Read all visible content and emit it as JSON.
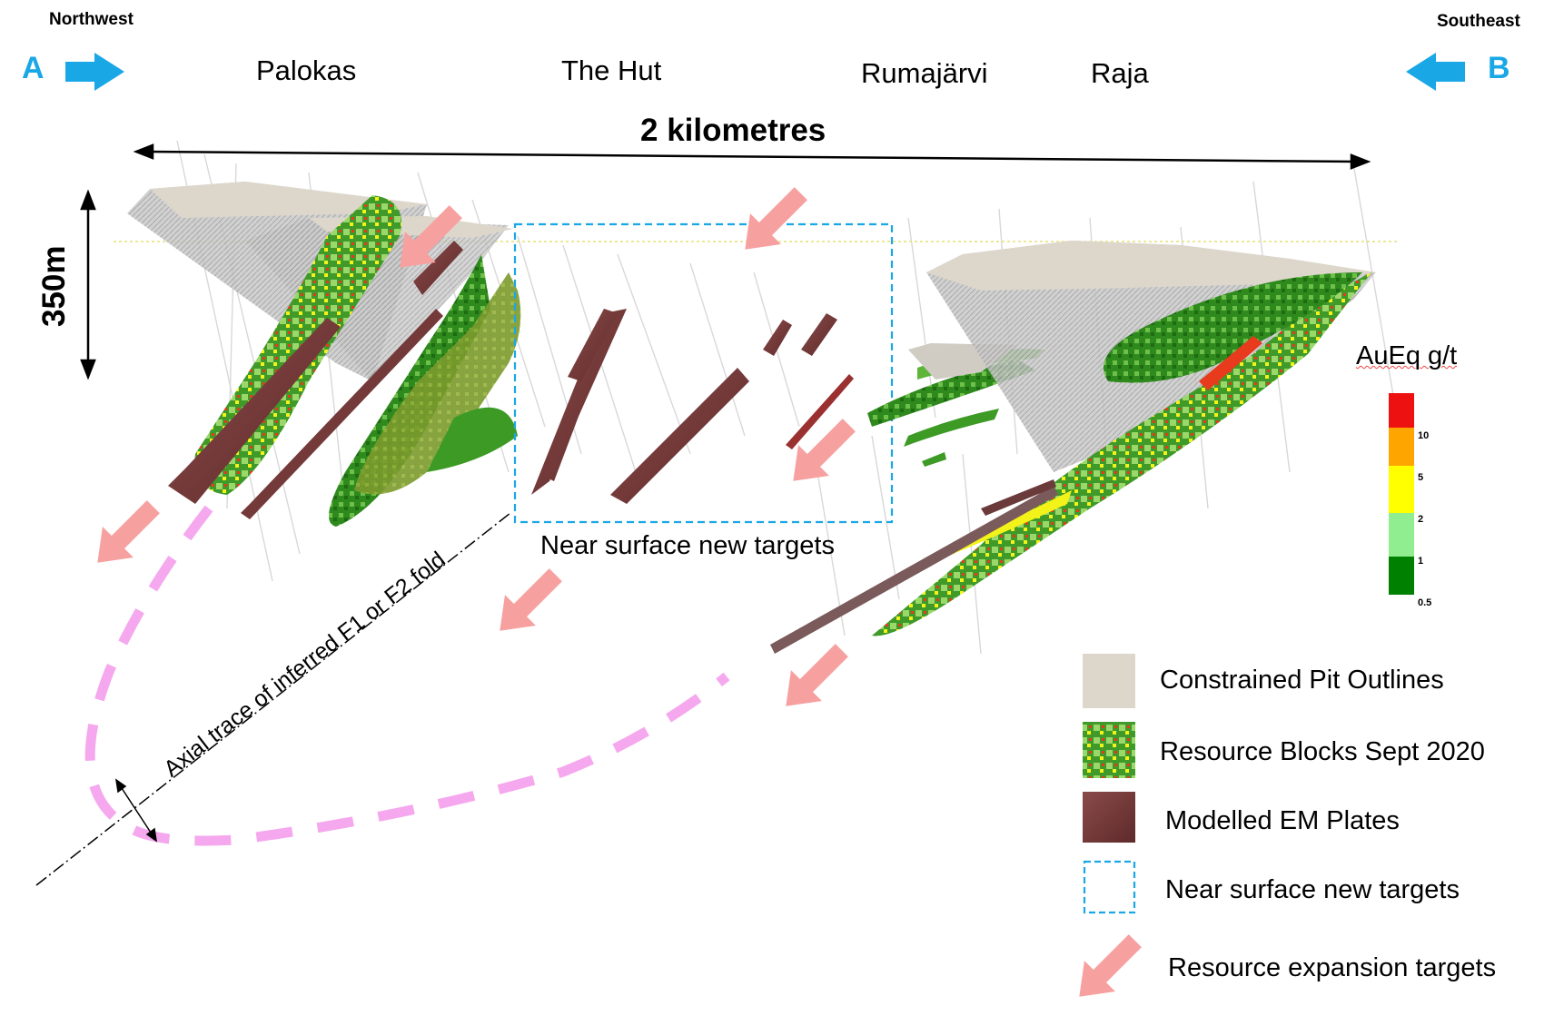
{
  "header": {
    "left_direction": "Northwest",
    "right_direction": "Southeast",
    "left_point": "A",
    "right_point": "B"
  },
  "locations": [
    "Palokas",
    "The Hut",
    "Rumajärvi",
    "Raja"
  ],
  "scale": {
    "horizontal": "2 kilometres",
    "vertical": "350m"
  },
  "annotations": {
    "targets_box_label": "Near surface new targets",
    "axial_trace": "Axial trace of inferred F1 or F2 fold"
  },
  "color_scale": {
    "title": "AuEq g/t",
    "stops": [
      {
        "label": "10",
        "color": "#ee1111"
      },
      {
        "label": "5",
        "color": "#ffa500"
      },
      {
        "label": "2",
        "color": "#ffff00"
      },
      {
        "label": "1",
        "color": "#90ee90"
      },
      {
        "label": "0.5",
        "color": "#008000"
      }
    ]
  },
  "legend": [
    {
      "label": "Constrained Pit Outlines",
      "icon": "pit-outline-swatch"
    },
    {
      "label": "Resource Blocks Sept 2020",
      "icon": "resource-blocks-swatch"
    },
    {
      "label": "Modelled EM Plates",
      "icon": "em-plate-swatch"
    },
    {
      "label": "Near surface new targets",
      "icon": "dashed-box-swatch"
    },
    {
      "label": "Resource expansion targets",
      "icon": "arrow-swatch"
    }
  ],
  "colors": {
    "accent_blue": "#1aa7e6",
    "target_arrow": "#f7a0a0",
    "fold_trace": "#f5a8ee",
    "em_plate": "#7a3b3b",
    "pit": "#d9d4c8",
    "resource_green": "#2e8b1f"
  }
}
